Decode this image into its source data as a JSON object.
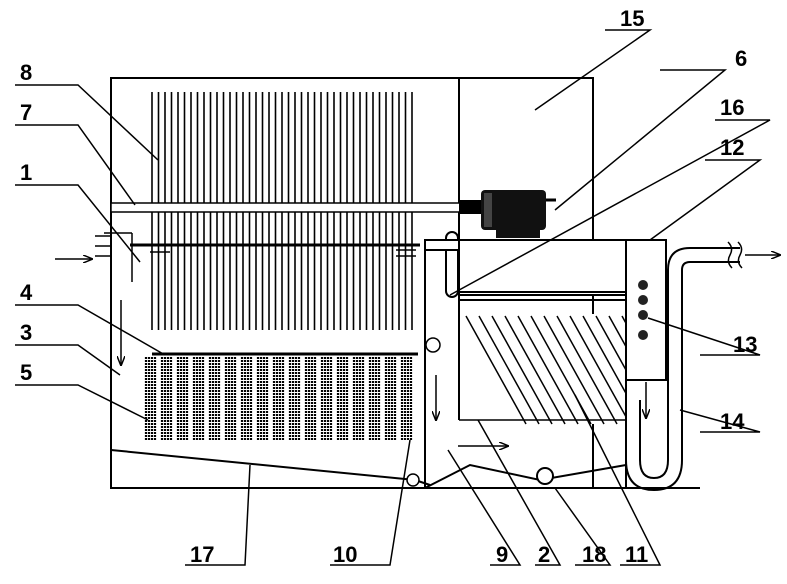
{
  "labels": {
    "l1": "1",
    "l2": "2",
    "l3": "3",
    "l4": "4",
    "l5": "5",
    "l6": "6",
    "l7": "7",
    "l8": "8",
    "l9": "9",
    "l10": "10",
    "l11": "11",
    "l12": "12",
    "l13": "13",
    "l14": "14",
    "l15": "15",
    "l16": "16",
    "l17": "17",
    "l18": "18"
  },
  "colors": {
    "stroke": "#000000",
    "background": "#ffffff"
  }
}
